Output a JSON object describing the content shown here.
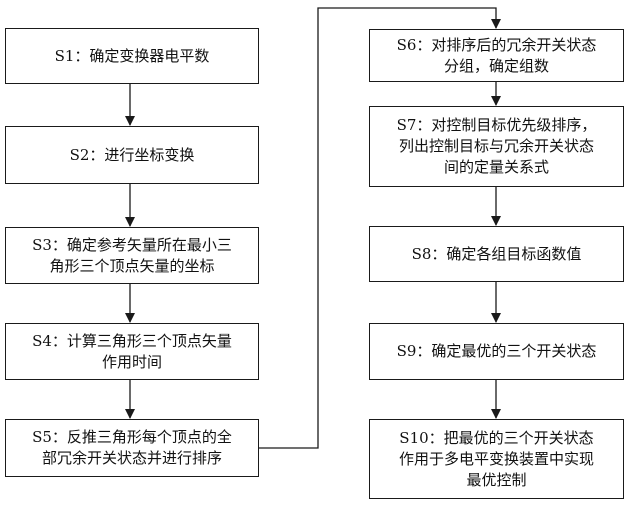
{
  "steps": [
    {
      "id": "S1",
      "text": "S1：确定变换器电平数"
    },
    {
      "id": "S2",
      "text": "S2：进行坐标变换"
    },
    {
      "id": "S3",
      "text": "S3：确定参考矢量所在最小三\n角形三个顶点矢量的坐标"
    },
    {
      "id": "S4",
      "text": "S4：计算三角形三个顶点矢量\n作用时间"
    },
    {
      "id": "S5",
      "text": "S5：反推三角形每个顶点的全\n部冗余开关状态并进行排序"
    },
    {
      "id": "S6",
      "text": "S6：对排序后的冗余开关状态\n分组，确定组数"
    },
    {
      "id": "S7",
      "text": "S7：对控制目标优先级排序，\n列出控制目标与冗余开关状态\n间的定量关系式"
    },
    {
      "id": "S8",
      "text": "S8：确定各组目标函数值"
    },
    {
      "id": "S9",
      "text": "S9：确定最优的三个开关状态"
    },
    {
      "id": "S10",
      "text": "S10：把最优的三个开关状态\n作用于多电平变换装置中实现\n最优控制"
    }
  ],
  "colors": {
    "stroke": "#1a1a1a",
    "text": "#111111",
    "background": "#ffffff"
  }
}
